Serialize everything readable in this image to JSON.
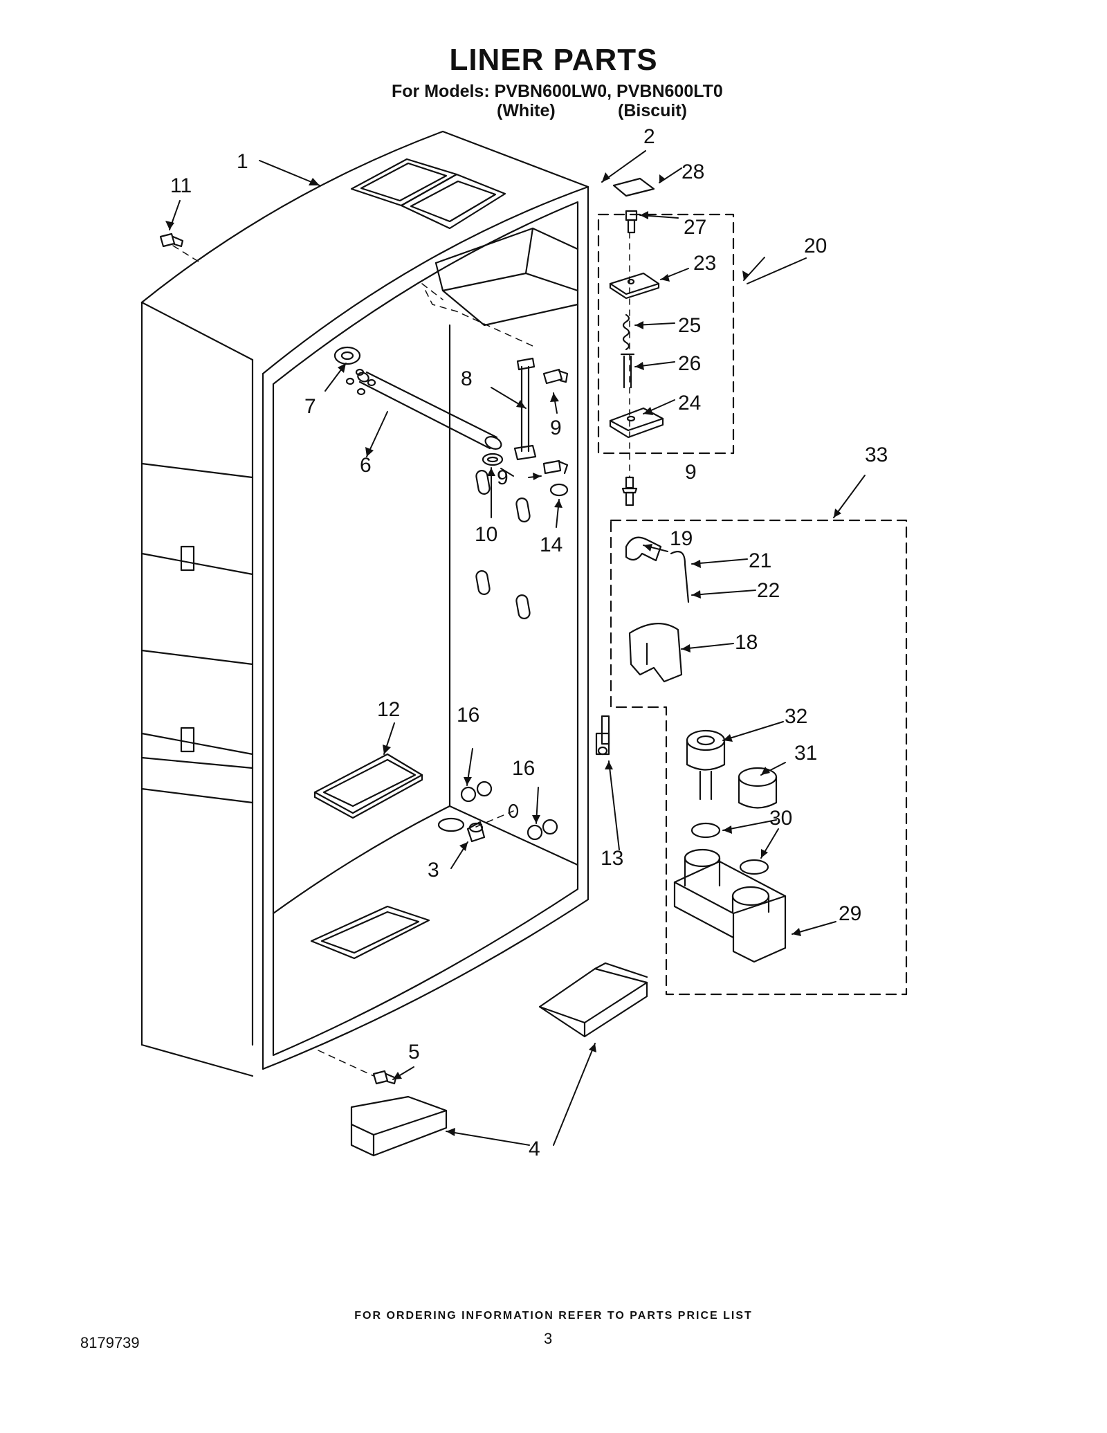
{
  "page": {
    "title": "LINER PARTS",
    "subtitle": "For Models: PVBN600LW0, PVBN600LT0",
    "variants": [
      "(White)",
      "(Biscuit)"
    ],
    "footer_note": "FOR ORDERING INFORMATION REFER TO PARTS PRICE LIST",
    "document_number": "8179739",
    "page_number": "3"
  },
  "callouts": [
    "1",
    "2",
    "3",
    "4",
    "5",
    "6",
    "7",
    "8",
    "9",
    "9",
    "9",
    "10",
    "11",
    "12",
    "13",
    "14",
    "16",
    "16",
    "18",
    "19",
    "20",
    "21",
    "22",
    "23",
    "24",
    "25",
    "26",
    "27",
    "28",
    "29",
    "30",
    "31",
    "32",
    "33"
  ]
}
